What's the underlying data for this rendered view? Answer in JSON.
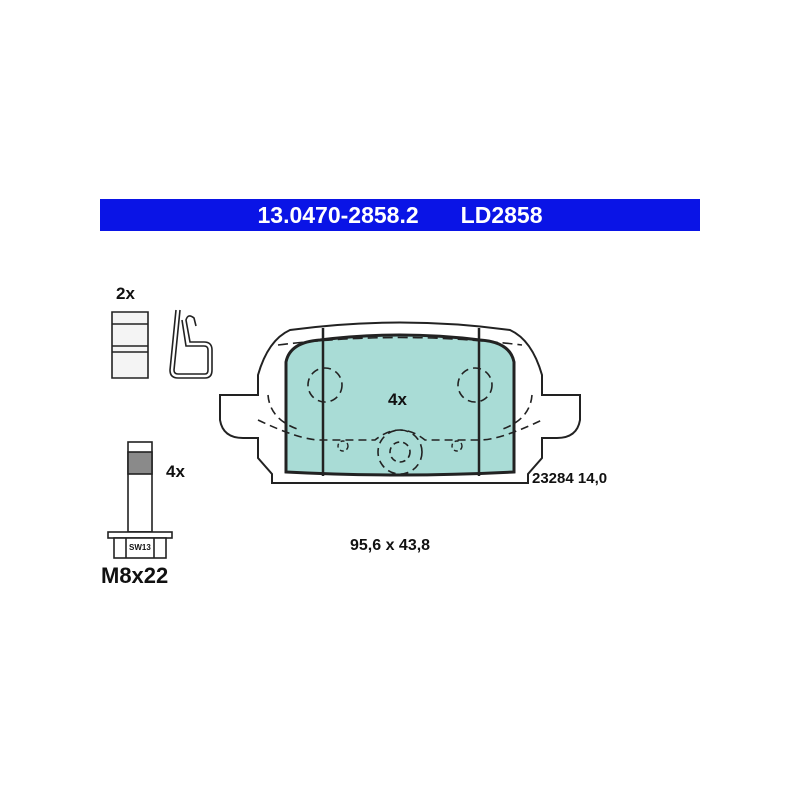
{
  "header": {
    "part_number": "13.0470-2858.2",
    "reference": "LD2858",
    "background_color": "#0a14e6"
  },
  "clips": {
    "quantity": "2x"
  },
  "bolts": {
    "quantity": "4x",
    "wrench_size": "SW13",
    "size": "M8x22"
  },
  "pad": {
    "quantity": "4x",
    "wva_and_thickness": "23284 14,0",
    "dimensions": "95,6 x 43,8",
    "friction_color": "#a9dcd6"
  }
}
